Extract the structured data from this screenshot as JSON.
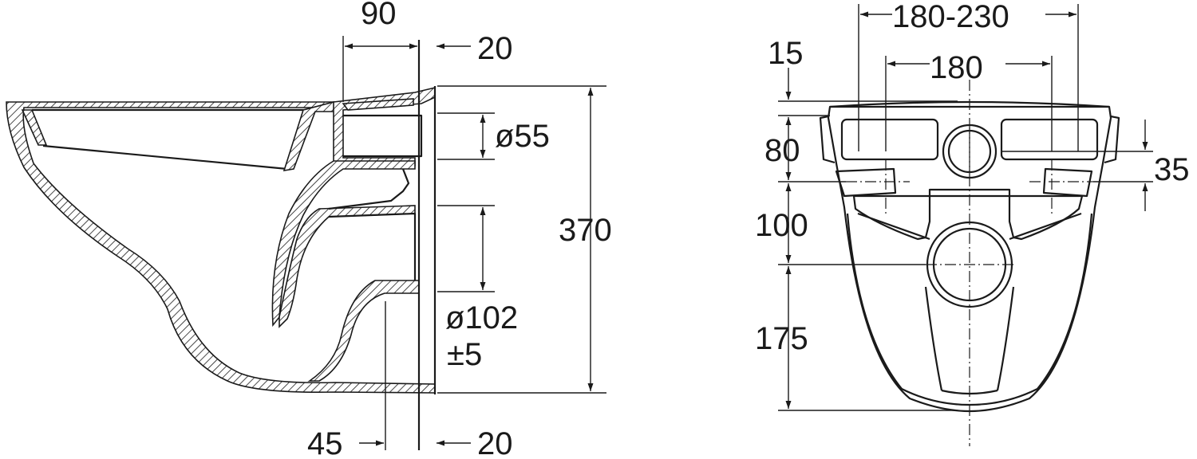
{
  "side_view": {
    "dims": {
      "top_width": "90",
      "top_offset": "20",
      "inlet_diameter": "ø55",
      "height": "370",
      "outlet_diameter": "ø102",
      "outlet_tolerance": "±5",
      "bottom_width": "45",
      "bottom_offset": "20"
    }
  },
  "front_view": {
    "dims": {
      "bolt_range": "180-230",
      "bolt_spacing": "180",
      "top_margin": "15",
      "upper_holes": "80",
      "hole_spacing": "35",
      "inlet_to_outlet": "100",
      "outlet_to_bottom": "175"
    }
  },
  "colors": {
    "line": "#1a1a1a",
    "background": "#ffffff"
  }
}
